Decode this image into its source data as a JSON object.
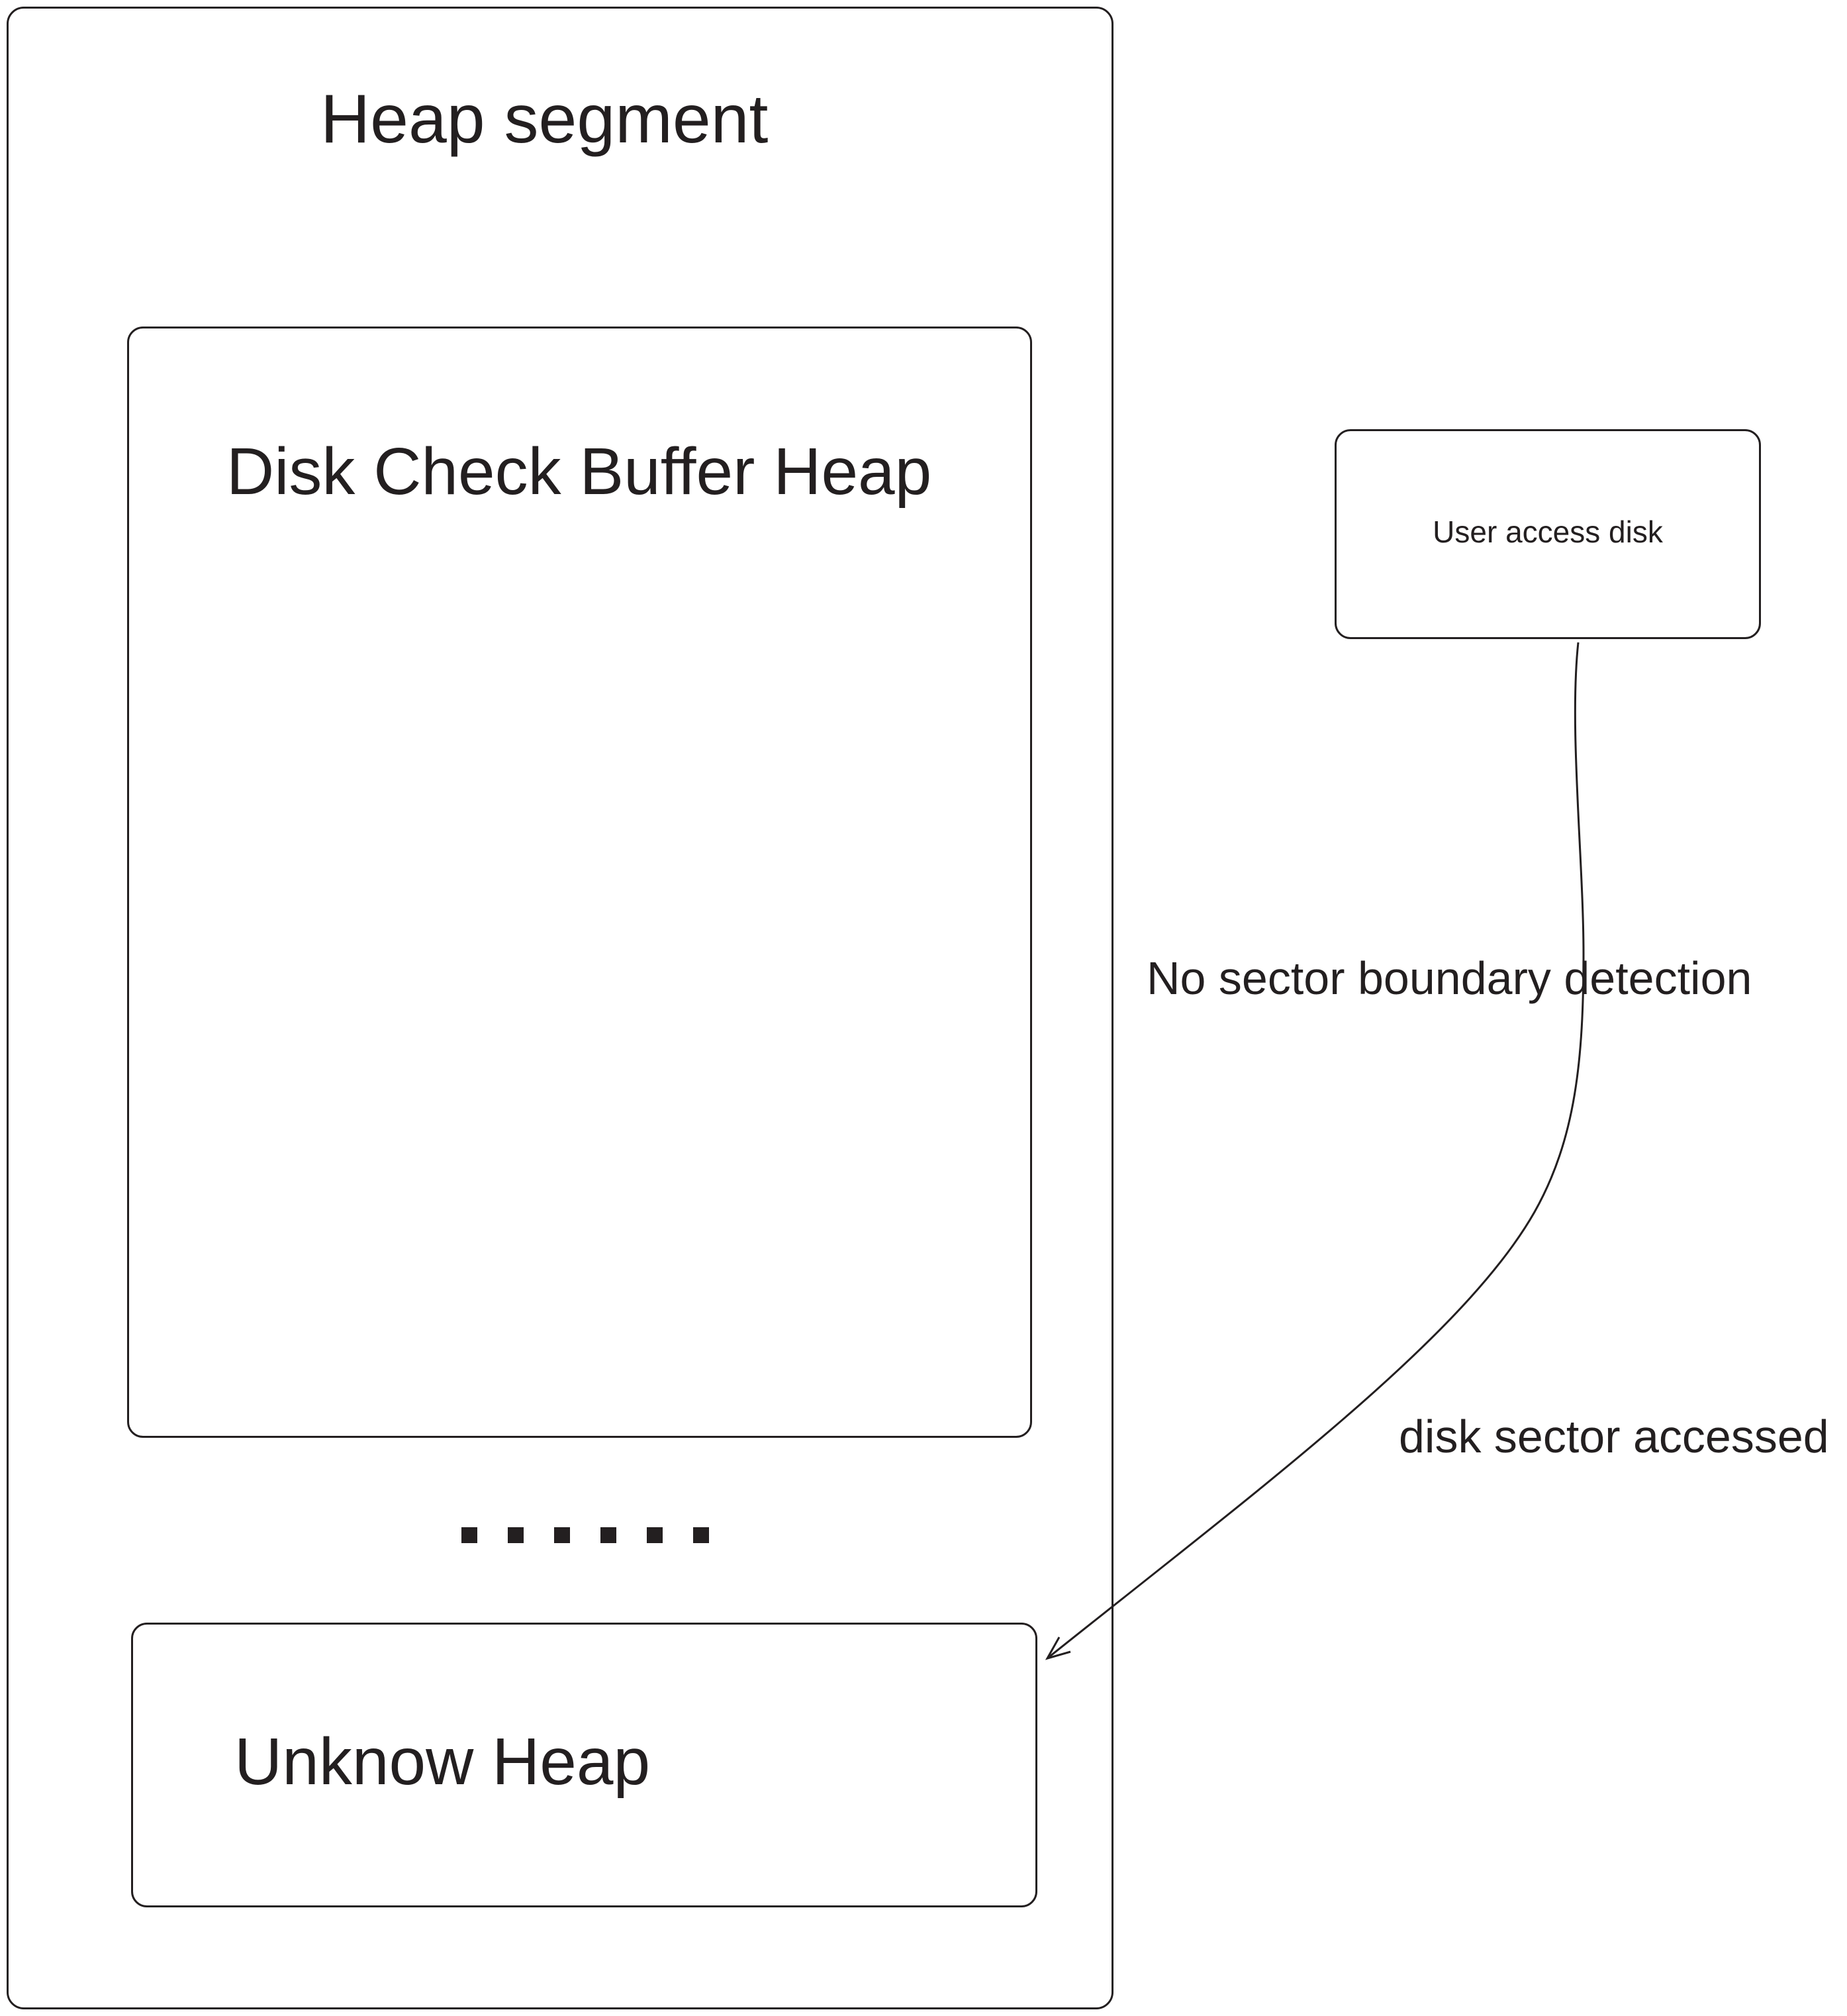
{
  "diagram": {
    "heap_segment": {
      "title": "Heap segment"
    },
    "disk_check_buffer_heap": {
      "title": "Disk Check Buffer Heap"
    },
    "ellipsis": {
      "glyph": "......",
      "count": 6
    },
    "unknow_heap": {
      "title": "Unknow Heap"
    },
    "user_access_disk": {
      "label": "User access disk"
    },
    "edge": {
      "from": "User access disk",
      "to": "Unknow Heap",
      "labels": [
        "No sector boundary detection",
        "disk sector accessed"
      ]
    },
    "colors": {
      "stroke": "#231f20",
      "background": "#ffffff"
    }
  }
}
